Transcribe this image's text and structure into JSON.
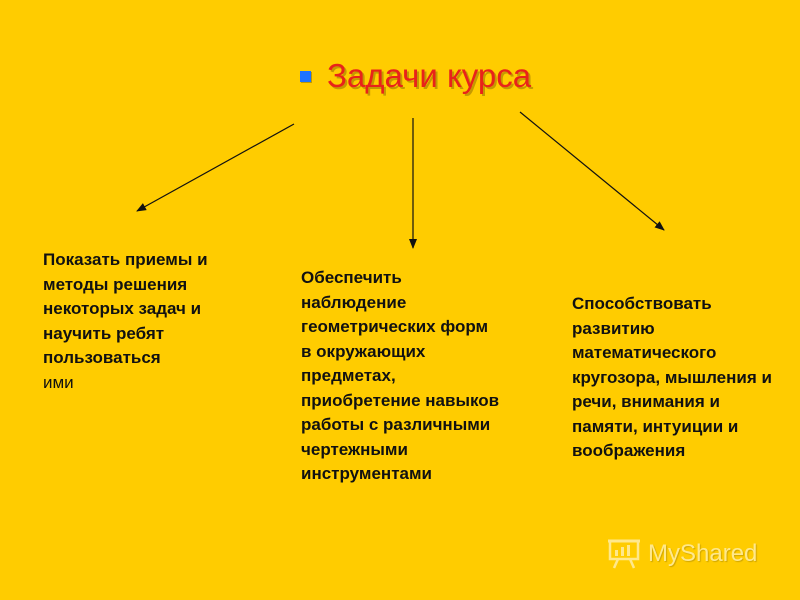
{
  "slide": {
    "title": "Задачи курса",
    "columns": [
      {
        "bold_text": "Показать приемы и методы решения некоторых задач и научить ребят пользоваться",
        "plain_text": "ими"
      },
      {
        "bold_text": "Обеспечить наблюдение геометрических форм в окружающих предметах, приобретение навыков работы с различными чертежными инструментами",
        "plain_text": ""
      },
      {
        "bold_text": "Способствовать развитию математического кругозора, мышления и речи, внимания и памяти, интуиции и воображения",
        "plain_text": ""
      }
    ]
  },
  "watermark": {
    "text": "MyShared",
    "icon": "presentation-icon"
  },
  "colors": {
    "background": "#FFCC00",
    "title": "#E8231A",
    "bullet": "#1E73FF",
    "text": "#111111",
    "arrow": "#111111"
  }
}
